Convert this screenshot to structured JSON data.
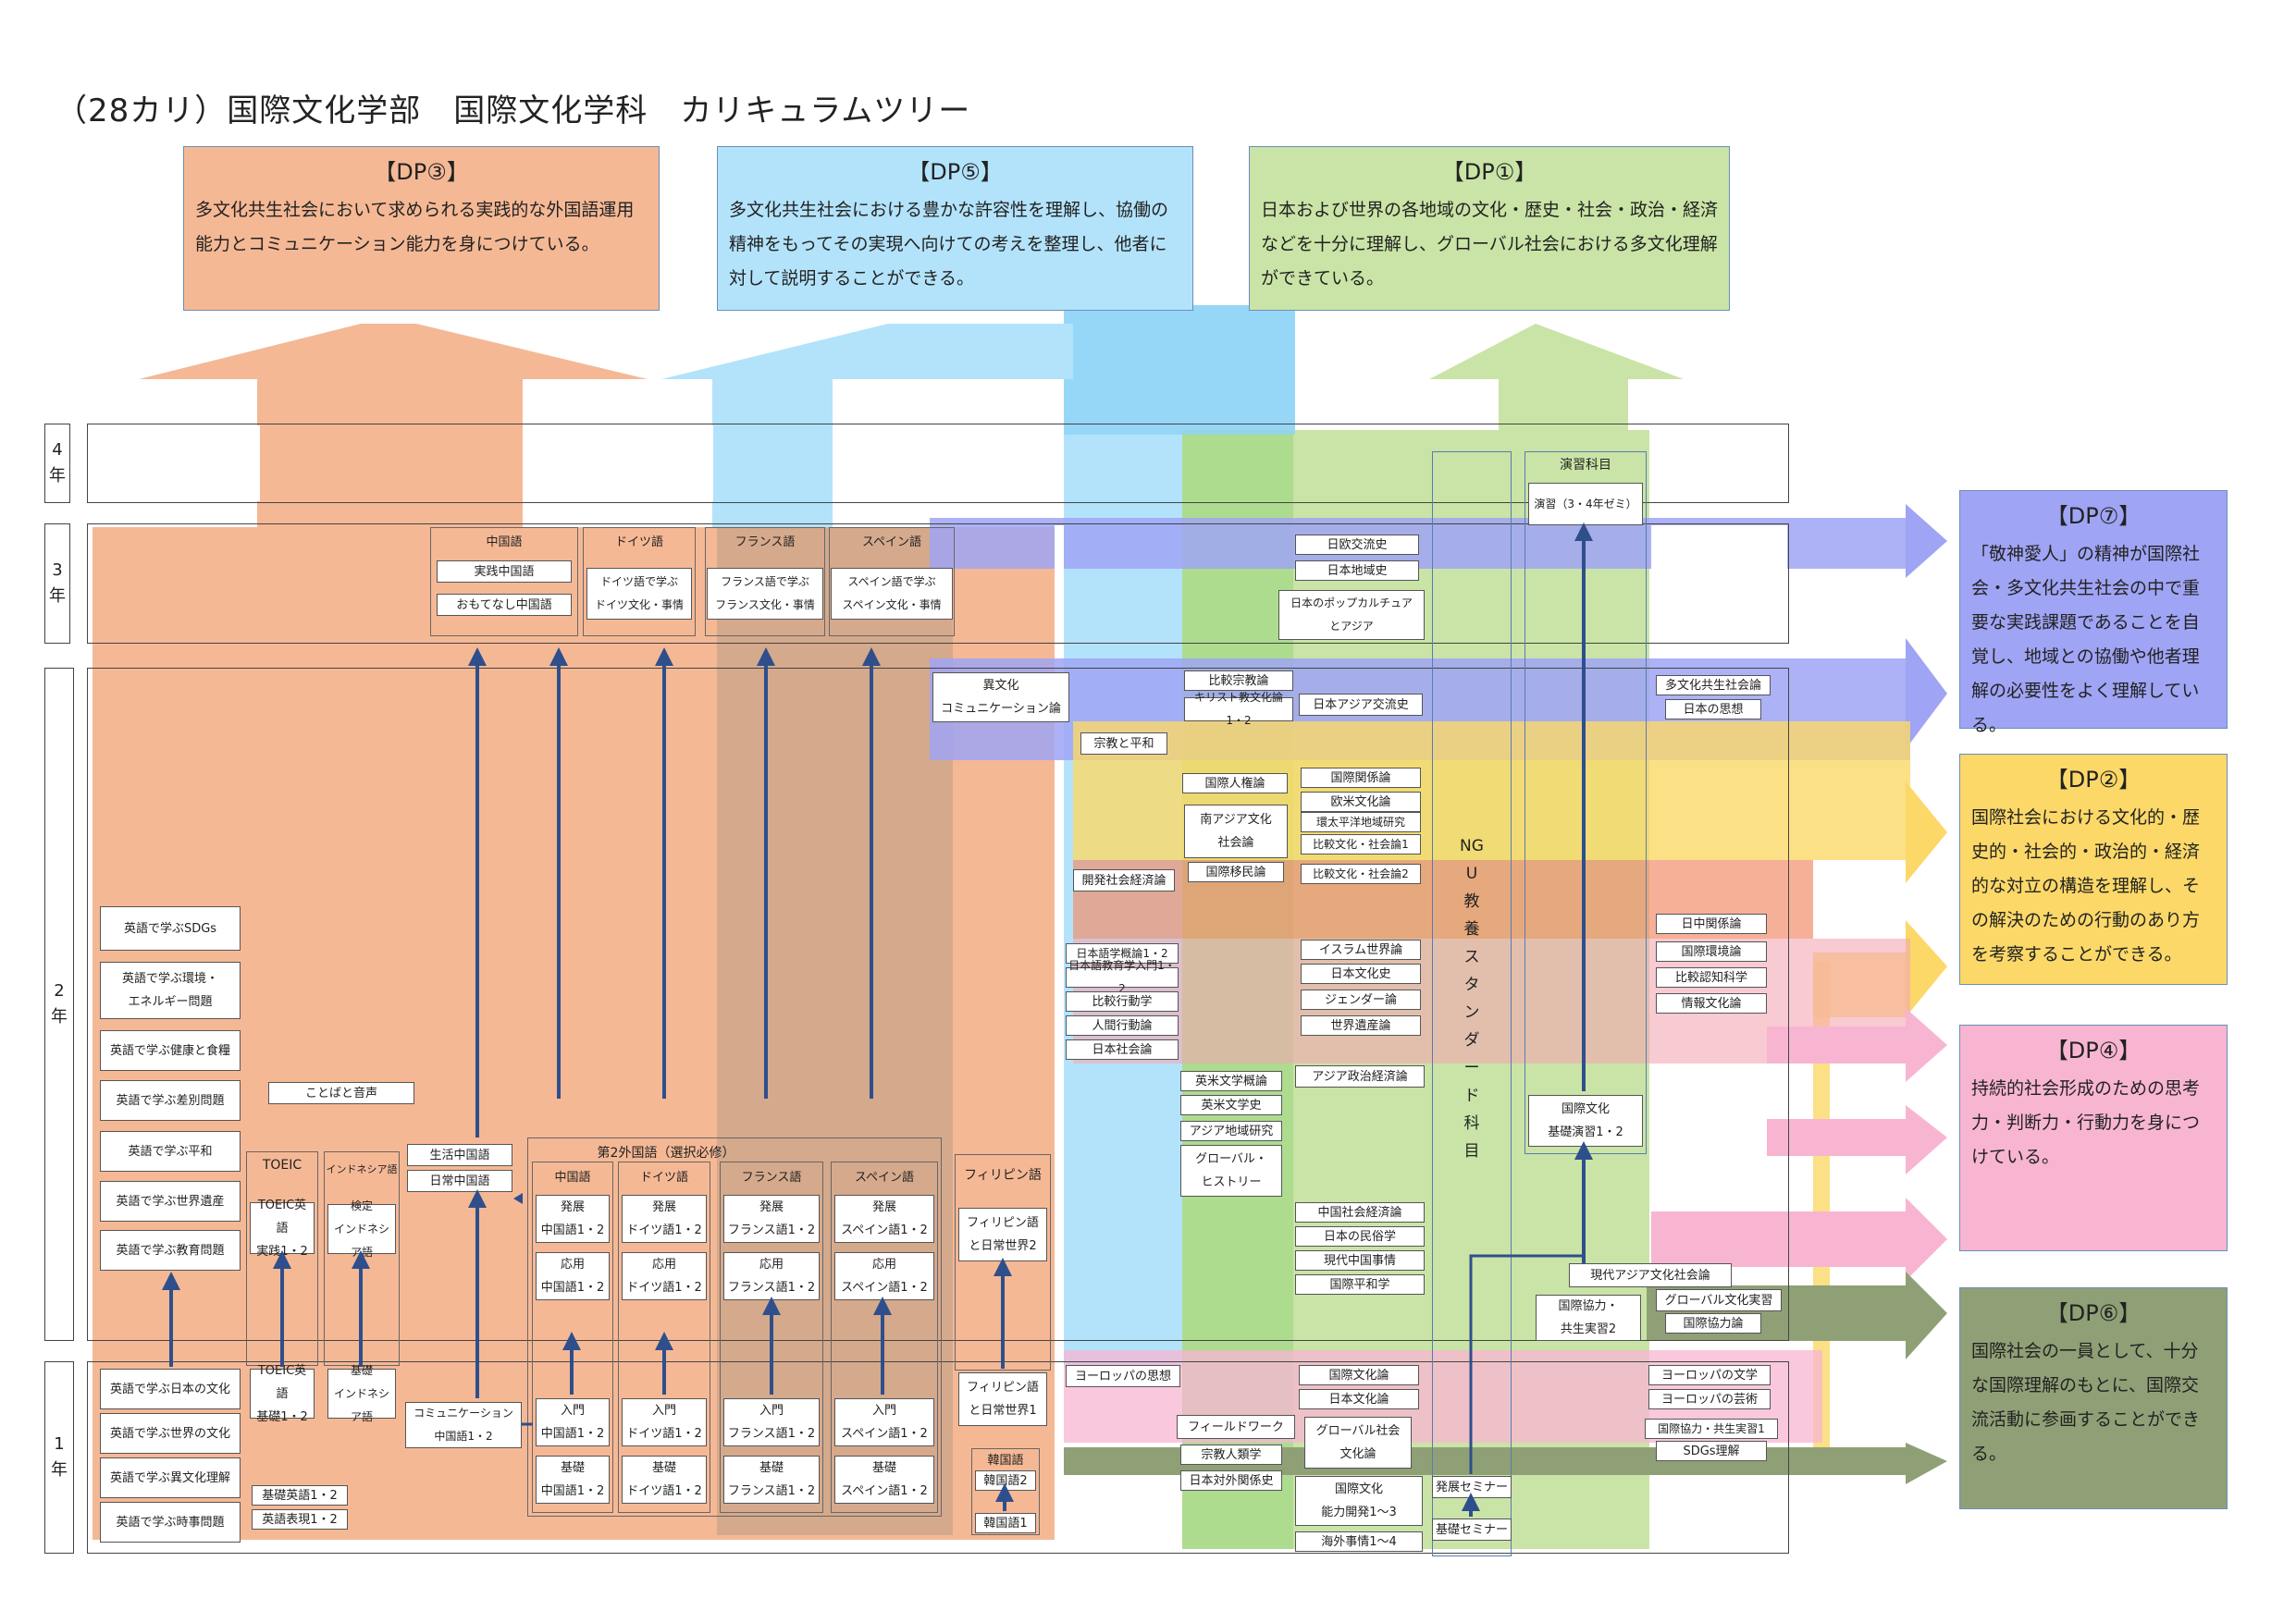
{
  "title": "（28カリ）国際文化学部　国際文化学科　カリキュラムツリー",
  "dp": {
    "dp3": {
      "heading": "【DP③】",
      "text": "多文化共生社会において求められる実践的な外国語運用能力とコミュニケーション能力を身につけている。"
    },
    "dp5": {
      "heading": "【DP⑤】",
      "text": "多文化共生社会における豊かな許容性を理解し、協働の精神をもってその実現へ向けての考えを整理し、他者に対して説明することができる。"
    },
    "dp1": {
      "heading": "【DP①】",
      "text": "日本および世界の各地域の文化・歴史・社会・政治・経済などを十分に理解し、グローバル社会における多文化理解ができている。"
    },
    "dp7": {
      "heading": "【DP⑦】",
      "text": "「敬神愛人」の精神が国際社会・多文化共生社会の中で重要な実践課題であることを自覚し、地域との協働や他者理解の必要性をよく理解している。"
    },
    "dp2": {
      "heading": "【DP②】",
      "text": "国際社会における文化的・歴史的・社会的・政治的・経済的な対立の構造を理解し、その解決のための行動のあり方を考察することができる。"
    },
    "dp4": {
      "heading": "【DP④】",
      "text": "持続的社会形成のための思考力・判断力・行動力を身につけている。"
    },
    "dp6": {
      "heading": "【DP⑥】",
      "text": "国際社会の一員として、十分な国際理解のもとに、国際交流活動に参画することができる。"
    }
  },
  "years": {
    "y4": "4\n年",
    "y3": "3\n年",
    "y2": "2\n年",
    "y1": "1\n年"
  },
  "colors": {
    "orange": "#f5b895",
    "blue": "#b3e3fb",
    "green": "#c9e4a6",
    "purple": "#9fa4f4",
    "yellow": "#fbd868",
    "pink": "#f8b5d2",
    "olive": "#8fa076",
    "arrow": "#2e4f8c"
  },
  "english": [
    "英語で学ぶSDGs",
    "英語で学ぶ環境・\nエネルギー問題",
    "英語で学ぶ健康と食糧",
    "英語で学ぶ差別問題",
    "英語で学ぶ平和",
    "英語で学ぶ世界遺産",
    "英語で学ぶ教育問題"
  ],
  "english_y1": [
    "英語で学ぶ日本の文化",
    "英語で学ぶ世界の文化",
    "英語で学ぶ異文化理解",
    "英語で学ぶ時事問題"
  ],
  "kiso": [
    "基礎英語1・2",
    "英語表現1・2"
  ],
  "kotoba": "ことばと音声",
  "toeic": {
    "head": "TOEIC",
    "y2": "TOEIC英語\n実践1・2",
    "y1": "TOEIC英語\n基礎1・2"
  },
  "indo": {
    "head": "インドネシア語",
    "y2": "検定\nインドネシア語",
    "y1": "基礎\nインドネシア語"
  },
  "chinese": {
    "y2a": "生活中国語",
    "y2b": "日常中国語",
    "y1": "コミュニケーション\n中国語1・2"
  },
  "lang3": {
    "cn": {
      "head": "中国語",
      "a": "実践中国語",
      "b": "おもてなし中国語"
    },
    "de": {
      "head": "ドイツ語",
      "a": "ドイツ語で学ぶ\nドイツ文化・事情"
    },
    "fr": {
      "head": "フランス語",
      "a": "フランス語で学ぶ\nフランス文化・事情"
    },
    "es": {
      "head": "スペイン語",
      "a": "スペイン語で学ぶ\nスペイン文化・事情"
    }
  },
  "second": {
    "head": "第2外国語（選択必修）",
    "cols": [
      {
        "head": "中国語",
        "dev": "発展\n中国語1・2",
        "app": "応用\n中国語1・2",
        "intro": "入門\n中国語1・2",
        "base": "基礎\n中国語1・2"
      },
      {
        "head": "ドイツ語",
        "dev": "発展\nドイツ語1・2",
        "app": "応用\nドイツ語1・2",
        "intro": "入門\nドイツ語1・2",
        "base": "基礎\nドイツ語1・2"
      },
      {
        "head": "フランス語",
        "dev": "発展\nフランス語1・2",
        "app": "応用\nフランス語1・2",
        "intro": "入門\nフランス語1・2",
        "base": "基礎\nフランス語1・2"
      },
      {
        "head": "スペイン語",
        "dev": "発展\nスペイン語1・2",
        "app": "応用\nスペイン語1・2",
        "intro": "入門\nスペイン語1・2",
        "base": "基礎\nスペイン語1・2"
      }
    ]
  },
  "filipino": {
    "head": "フィリピン語",
    "y2": "フィリピン語\nと日常世界2",
    "y1": "フィリピン語\nと日常世界1"
  },
  "korean": {
    "head": "韓国語",
    "b": "韓国語2",
    "a": "韓国語1"
  },
  "courses": {
    "ibunka": "異文化\nコミュニケーション論",
    "hikaku_shukyo": "比較宗教論",
    "christ": "キリスト教文化論1・2",
    "shukyo_heiwa": "宗教と平和",
    "kaihatsu": "開発社会経済論",
    "nihongo": [
      "日本語学概論1・2",
      "日本語教育学入門1・2",
      "比較行動学",
      "人間行動論",
      "日本社会論"
    ],
    "europe": "ヨーロッパの思想",
    "jinken": "国際人権論",
    "minami_asia": "南アジア文化\n社会論",
    "imin": "国際移民論",
    "eibei": [
      "英米文学概論",
      "英米文学史",
      "アジア地域研究"
    ],
    "global_hist": "グローバル・\nヒストリー",
    "fieldwork": "フィールドワーク",
    "shukyo_jinrui": "宗教人類学",
    "taigai": "日本対外関係史",
    "y3_mid": [
      "日欧交流史",
      "日本地域史"
    ],
    "popculture": "日本のポップカルチュア\nとアジア",
    "asia_koryu": "日本アジア交流史",
    "kankei": [
      "国際関係論",
      "欧米文化論",
      "環太平洋地域研究",
      "比較文化・社会論1"
    ],
    "hikaku2": "比較文化・社会論2",
    "islam": [
      "イスラム世界論",
      "日本文化史",
      "ジェンダー論",
      "世界遺産論"
    ],
    "asia_seiji": "アジア政治経済論",
    "chugoku": [
      "中国社会経済論",
      "日本の民俗学",
      "現代中国事情",
      "国際平和学"
    ],
    "kokusai_bunka": "国際文化論",
    "nihon_bunka": "日本文化論",
    "global_bunka": "グローバル社会\n文化論",
    "noryoku": "国際文化\n能力開発1〜3",
    "kaigai": "海外事情1〜4",
    "ngu": "NGU教養スタンダード科目",
    "hatten_sem": "発展セミナー",
    "kiso_sem": "基礎セミナー",
    "enshu_head": "演習科目",
    "enshu": "演習（3・4年ゼミ）",
    "kb_enshu": "国際文化\n基礎演習1・2",
    "gendai_asia": "現代アジア文化社会論",
    "kyoryoku_kyosei": "国際協力・\n共生実習2",
    "global_jisshu": "グローバル文化実習",
    "kyoryoku_ron": "国際協力論",
    "tabunka": "多文化共生社会論",
    "nihon_shiso": "日本の思想",
    "right2": [
      "日中関係論",
      "国際環境論",
      "比較認知科学",
      "情報文化論"
    ],
    "europe_r": [
      "ヨーロッパの文学",
      "ヨーロッパの芸術"
    ],
    "kyoryoku1": "国際協力・共生実習1",
    "sdgs": "SDGs理解"
  }
}
